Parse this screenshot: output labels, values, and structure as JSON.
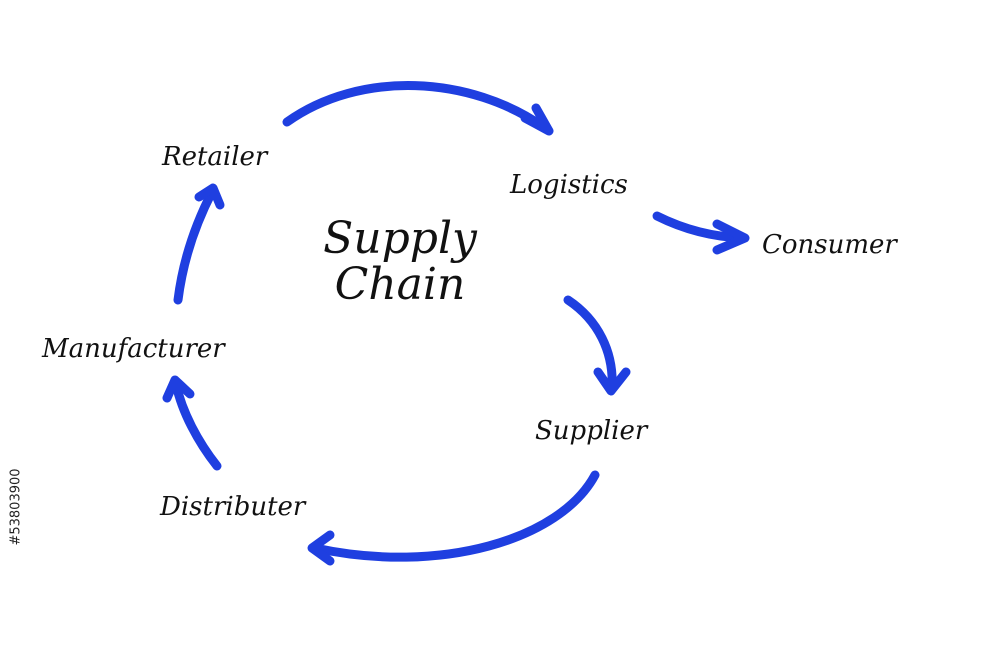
{
  "diagram": {
    "title_line1": "Supply",
    "title_line2": "Chain",
    "nodes": {
      "retailer": "Retailer",
      "logistics": "Logistics",
      "consumer": "Consumer",
      "supplier": "Supplier",
      "distributer": "Distributer",
      "manufacturer": "Manufacturer"
    },
    "arrow_color": "#1f3fe0"
  },
  "side_id": "#53803900"
}
